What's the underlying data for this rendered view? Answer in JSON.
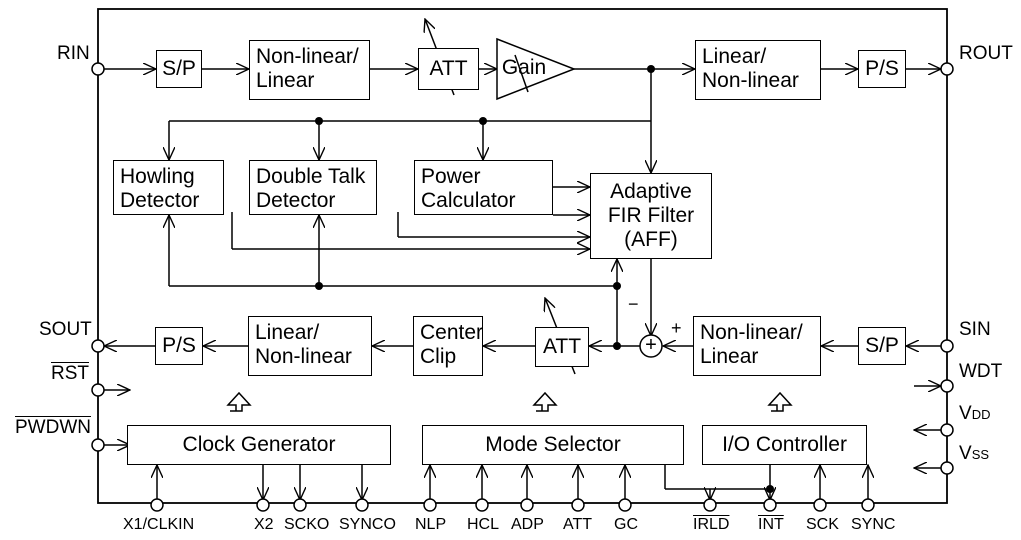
{
  "blocks": {
    "sp_in": "S/P",
    "nonlin_lin_top": "Non-linear/\nLinear",
    "att_top": "ATT",
    "gain": "Gain",
    "lin_nonlin_top": "Linear/\nNon-linear",
    "ps_out": "P/S",
    "howling": "Howling\nDetector",
    "double_talk": "Double Talk\nDetector",
    "power_calc": "Power\nCalculator",
    "aff": "Adaptive\nFIR Filter\n(AFF)",
    "ps_sout": "P/S",
    "lin_nonlin_bottom": "Linear/\nNon-linear",
    "center_clip": "Center\nClip",
    "att_bottom": "ATT",
    "nonlin_lin_bottom": "Non-linear/\nLinear",
    "sp_sin": "S/P",
    "clock_gen": "Clock Generator",
    "mode_sel": "Mode Selector",
    "io_ctrl": "I/O Controller"
  },
  "pins": {
    "rin": "RIN",
    "rout": "ROUT",
    "sout": "SOUT",
    "rst": "RST",
    "pwdwn": "PWDWN",
    "sin": "SIN",
    "wdt": "WDT",
    "vdd": "V",
    "vdd_sub": "DD",
    "vss": "V",
    "vss_sub": "SS"
  },
  "bottom_pins": [
    "X1/CLKIN",
    "X2",
    "SCKO",
    "SYNCO",
    "NLP",
    "HCL",
    "ADP",
    "ATT",
    "GC",
    "IRLD",
    "INT",
    "SCK",
    "SYNC"
  ],
  "signs": {
    "minus": "−",
    "plus": "+"
  },
  "adder_symbol": "+"
}
